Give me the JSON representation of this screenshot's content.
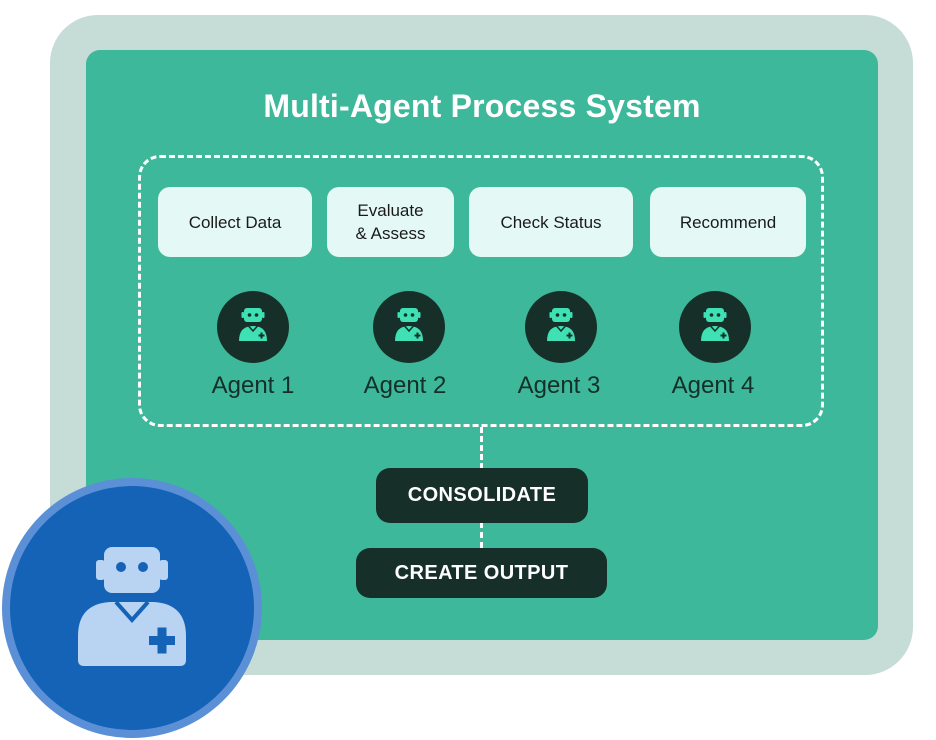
{
  "diagram": {
    "title": "Multi-Agent Process System",
    "tasks": [
      {
        "label": "Collect Data"
      },
      {
        "label": "Evaluate\n& Assess"
      },
      {
        "label": "Check Status"
      },
      {
        "label": "Recommend"
      }
    ],
    "agents": [
      {
        "label": "Agent 1"
      },
      {
        "label": "Agent 2"
      },
      {
        "label": "Agent 3"
      },
      {
        "label": "Agent 4"
      }
    ],
    "steps": {
      "consolidate": "CONSOLIDATE",
      "create_output": "CREATE OUTPUT"
    }
  },
  "icons": {
    "agent": "robot-doctor-icon",
    "main": "robot-doctor-icon"
  },
  "colors": {
    "frame": "#c6dcd6",
    "panel": "#3db89a",
    "task_box": "#e4f9f6",
    "dark": "#163029",
    "icon_accent": "#3ee0b4",
    "main_avatar": "#1463b7",
    "main_avatar_ring": "#5b8fd6",
    "main_icon": "#b9d3f2"
  }
}
